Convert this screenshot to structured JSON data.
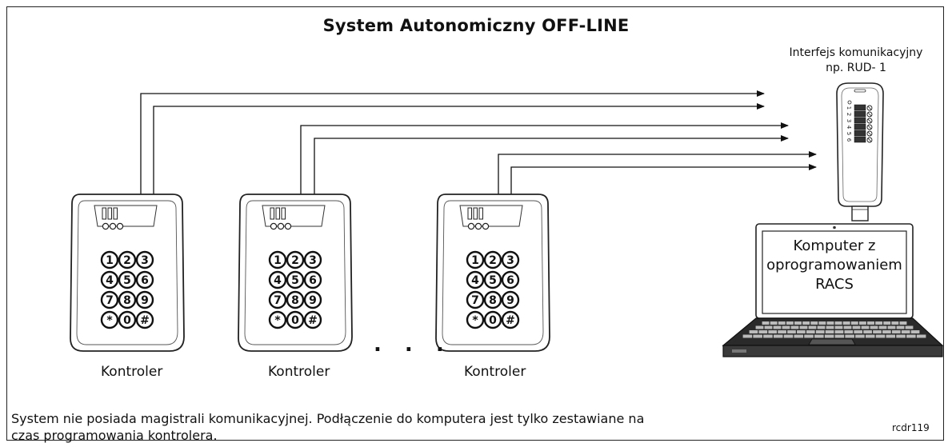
{
  "title": "System Autonomiczny OFF-LINE",
  "interface": {
    "line1": "Interfejs komunikacyjny",
    "line2": "np. RUD- 1"
  },
  "controllers": [
    {
      "label": "Kontroler"
    },
    {
      "label": "Kontroler"
    },
    {
      "label": "Kontroler"
    }
  ],
  "ellipsis": ". . .",
  "computer": {
    "line1": "Komputer z",
    "line2": "oprogramowaniem",
    "line3": "RACS"
  },
  "keypad_keys": [
    "1",
    "2",
    "3",
    "4",
    "5",
    "6",
    "7",
    "8",
    "9",
    "*",
    "0",
    "#"
  ],
  "interface_pins": [
    "1",
    "2",
    "3",
    "4",
    "5",
    "6"
  ],
  "note": {
    "line1": "System nie posiada magistrali komunikacyjnej. Podłączenie do komputera jest tylko zestawiane na",
    "line2": "czas programowania kontrolera."
  },
  "code": "rcdr119"
}
